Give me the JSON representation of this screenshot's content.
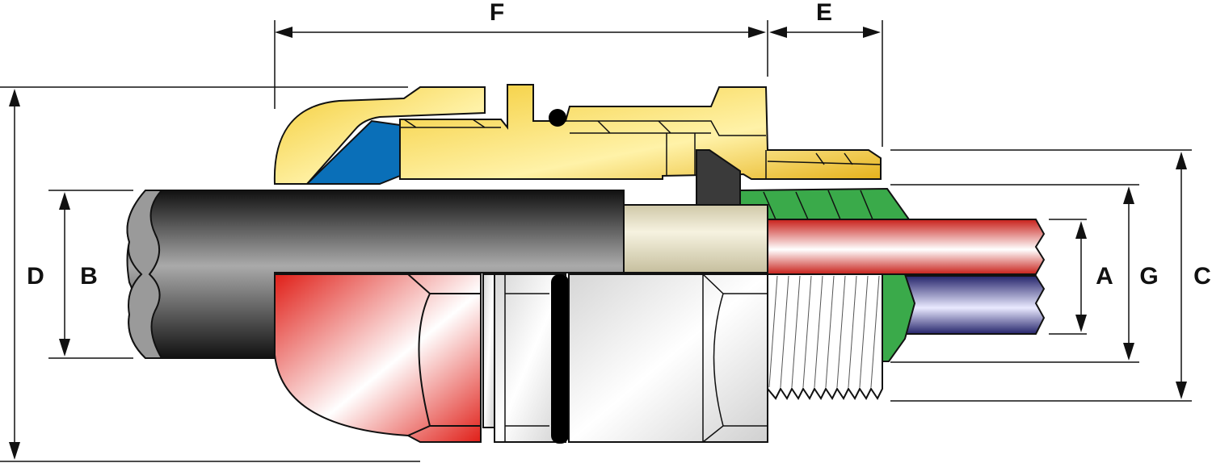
{
  "labels": {
    "F": "F",
    "E": "E",
    "D": "D",
    "B": "B",
    "A": "A",
    "G": "G",
    "C": "C"
  },
  "colors": {
    "gold": "#f2c12e",
    "gold_dark": "#c99a10",
    "blue_seal": "#0a6fb8",
    "green_seal": "#3aaa4a",
    "black_seal": "#3a3a3a",
    "red_conductor": "#e33a2c",
    "blue_conductor": "#3b3a8f",
    "cable_black": "#1e1e1e",
    "armor_cream": "#e8e2c8",
    "metal_light": "#e6e6e6",
    "red_body": "#e8312a"
  }
}
